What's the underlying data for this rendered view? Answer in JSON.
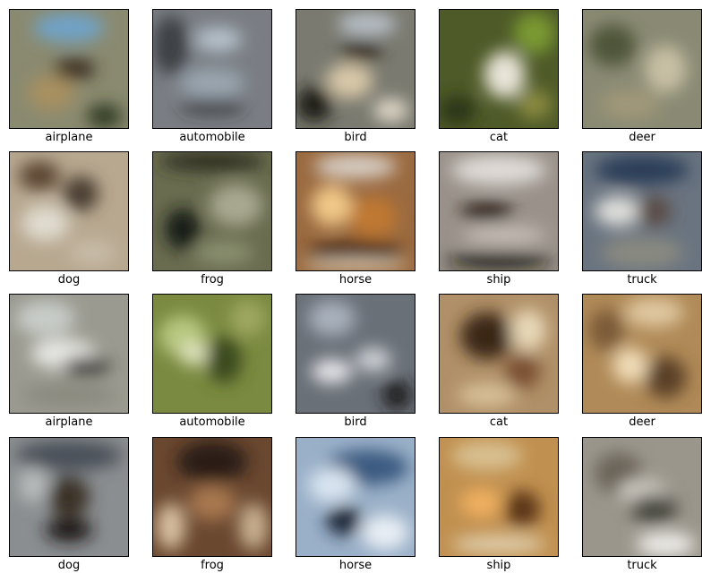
{
  "figure": {
    "images": [
      {
        "label": "airplane",
        "bg": "#8a8a70",
        "blobs": [
          [
            "#6fa3c8",
            0.5,
            0.15,
            0.6,
            0.25
          ],
          [
            "#3a2e22",
            0.55,
            0.5,
            0.35,
            0.18
          ],
          [
            "#a89060",
            0.35,
            0.7,
            0.4,
            0.3
          ],
          [
            "#2e3a22",
            0.8,
            0.9,
            0.3,
            0.2
          ]
        ]
      },
      {
        "label": "automobile",
        "bg": "#7a7e84",
        "blobs": [
          [
            "#3c4044",
            0.15,
            0.3,
            0.3,
            0.5
          ],
          [
            "#b8c4ce",
            0.55,
            0.25,
            0.4,
            0.2
          ],
          [
            "#9aa6b0",
            0.5,
            0.62,
            0.55,
            0.25
          ],
          [
            "#2a2a2a",
            0.5,
            0.82,
            0.55,
            0.1
          ]
        ]
      },
      {
        "label": "bird",
        "bg": "#7a7a70",
        "blobs": [
          [
            "#b8c0c8",
            0.6,
            0.12,
            0.5,
            0.2
          ],
          [
            "#3a3228",
            0.55,
            0.35,
            0.35,
            0.18
          ],
          [
            "#d8c8a8",
            0.45,
            0.6,
            0.4,
            0.3
          ],
          [
            "#1c1c18",
            0.15,
            0.8,
            0.3,
            0.3
          ],
          [
            "#e0d8c8",
            0.8,
            0.85,
            0.3,
            0.2
          ]
        ]
      },
      {
        "label": "cat",
        "bg": "#4e5a28",
        "blobs": [
          [
            "#7a9a30",
            0.8,
            0.2,
            0.35,
            0.35
          ],
          [
            "#e8e4d8",
            0.55,
            0.55,
            0.35,
            0.4
          ],
          [
            "#2a3414",
            0.15,
            0.85,
            0.3,
            0.25
          ],
          [
            "#8a8a40",
            0.8,
            0.8,
            0.3,
            0.25
          ]
        ]
      },
      {
        "label": "deer",
        "bg": "#8a8a74",
        "blobs": [
          [
            "#4e5438",
            0.25,
            0.3,
            0.4,
            0.35
          ],
          [
            "#c8c0a4",
            0.7,
            0.5,
            0.35,
            0.4
          ],
          [
            "#a09878",
            0.4,
            0.8,
            0.5,
            0.25
          ]
        ]
      },
      {
        "label": "dog",
        "bg": "#b8a890",
        "blobs": [
          [
            "#5a4430",
            0.25,
            0.2,
            0.35,
            0.25
          ],
          [
            "#4a3c30",
            0.6,
            0.35,
            0.3,
            0.3
          ],
          [
            "#e0dcd0",
            0.3,
            0.6,
            0.4,
            0.3
          ],
          [
            "#c8bca8",
            0.7,
            0.85,
            0.4,
            0.2
          ]
        ]
      },
      {
        "label": "frog",
        "bg": "#6a6c50",
        "blobs": [
          [
            "#2a2c1c",
            0.5,
            0.08,
            0.9,
            0.15
          ],
          [
            "#a8a890",
            0.7,
            0.45,
            0.45,
            0.35
          ],
          [
            "#181a14",
            0.25,
            0.65,
            0.3,
            0.35
          ],
          [
            "#8a9070",
            0.6,
            0.85,
            0.5,
            0.2
          ]
        ]
      },
      {
        "label": "horse",
        "bg": "#9a6a40",
        "blobs": [
          [
            "#d8d0c8",
            0.5,
            0.12,
            0.7,
            0.2
          ],
          [
            "#f0c888",
            0.3,
            0.45,
            0.35,
            0.35
          ],
          [
            "#c07830",
            0.65,
            0.55,
            0.4,
            0.35
          ],
          [
            "#4a2a18",
            0.5,
            0.85,
            0.8,
            0.2
          ],
          [
            "#e8d8c0",
            0.5,
            0.95,
            0.9,
            0.08
          ]
        ]
      },
      {
        "label": "ship",
        "bg": "#9a928a",
        "blobs": [
          [
            "#e0dcd8",
            0.5,
            0.15,
            0.8,
            0.25
          ],
          [
            "#2a1c18",
            0.4,
            0.5,
            0.45,
            0.15
          ],
          [
            "#c8c0b8",
            0.55,
            0.7,
            0.7,
            0.15
          ],
          [
            "#141210",
            0.5,
            0.92,
            0.9,
            0.12
          ]
        ]
      },
      {
        "label": "truck",
        "bg": "#6a7480",
        "blobs": [
          [
            "#2a3c58",
            0.5,
            0.15,
            0.8,
            0.25
          ],
          [
            "#e0e0dc",
            0.3,
            0.5,
            0.4,
            0.25
          ],
          [
            "#5a4c44",
            0.6,
            0.5,
            0.3,
            0.25
          ],
          [
            "#8a8a80",
            0.5,
            0.85,
            0.7,
            0.25
          ]
        ]
      },
      {
        "label": "airplane",
        "bg": "#9a9a90",
        "blobs": [
          [
            "#c8ccc8",
            0.3,
            0.2,
            0.5,
            0.3
          ],
          [
            "#e8e8e4",
            0.45,
            0.5,
            0.55,
            0.25
          ],
          [
            "#3a3430",
            0.65,
            0.6,
            0.4,
            0.15
          ],
          [
            "#8a8a80",
            0.5,
            0.85,
            0.8,
            0.2
          ]
        ]
      },
      {
        "label": "automobile",
        "bg": "#7a8a40",
        "blobs": [
          [
            "#b8c880",
            0.25,
            0.35,
            0.4,
            0.35
          ],
          [
            "#e0e4c0",
            0.35,
            0.5,
            0.25,
            0.2
          ],
          [
            "#3a4a1c",
            0.6,
            0.55,
            0.3,
            0.4
          ],
          [
            "#a0a860",
            0.8,
            0.2,
            0.3,
            0.3
          ]
        ]
      },
      {
        "label": "bird",
        "bg": "#6a7078",
        "blobs": [
          [
            "#a8b0bc",
            0.3,
            0.2,
            0.4,
            0.3
          ],
          [
            "#e8e8ec",
            0.3,
            0.65,
            0.35,
            0.2
          ],
          [
            "#d0d4d8",
            0.65,
            0.55,
            0.3,
            0.2
          ],
          [
            "#1c1c1c",
            0.85,
            0.85,
            0.25,
            0.25
          ]
        ]
      },
      {
        "label": "cat",
        "bg": "#b09068",
        "blobs": [
          [
            "#3a2818",
            0.4,
            0.35,
            0.45,
            0.4
          ],
          [
            "#e8d8b8",
            0.75,
            0.3,
            0.3,
            0.35
          ],
          [
            "#7a5030",
            0.7,
            0.65,
            0.3,
            0.3
          ],
          [
            "#d8c098",
            0.4,
            0.85,
            0.5,
            0.2
          ]
        ]
      },
      {
        "label": "deer",
        "bg": "#b08a58",
        "blobs": [
          [
            "#e0c8a0",
            0.6,
            0.15,
            0.5,
            0.25
          ],
          [
            "#5a4028",
            0.7,
            0.7,
            0.35,
            0.35
          ],
          [
            "#f0dcb8",
            0.4,
            0.6,
            0.3,
            0.3
          ],
          [
            "#7a5a38",
            0.2,
            0.3,
            0.3,
            0.35
          ]
        ]
      },
      {
        "label": "dog",
        "bg": "#8a8e90",
        "blobs": [
          [
            "#4a5058",
            0.5,
            0.15,
            0.9,
            0.25
          ],
          [
            "#3a3028",
            0.5,
            0.5,
            0.35,
            0.35
          ],
          [
            "#1c1814",
            0.5,
            0.78,
            0.4,
            0.2
          ],
          [
            "#b8bcbc",
            0.2,
            0.4,
            0.25,
            0.3
          ]
        ]
      },
      {
        "label": "frog",
        "bg": "#6a4830",
        "blobs": [
          [
            "#2a1c14",
            0.5,
            0.2,
            0.6,
            0.35
          ],
          [
            "#a87850",
            0.5,
            0.55,
            0.4,
            0.3
          ],
          [
            "#d8c0a0",
            0.15,
            0.75,
            0.25,
            0.4
          ],
          [
            "#c8b090",
            0.85,
            0.75,
            0.25,
            0.4
          ]
        ]
      },
      {
        "label": "horse",
        "bg": "#9ab0c8",
        "blobs": [
          [
            "#3a5a80",
            0.6,
            0.25,
            0.7,
            0.3
          ],
          [
            "#d8e4f0",
            0.3,
            0.4,
            0.4,
            0.3
          ],
          [
            "#1c2838",
            0.4,
            0.7,
            0.3,
            0.25
          ],
          [
            "#e8eef4",
            0.75,
            0.8,
            0.4,
            0.3
          ]
        ]
      },
      {
        "label": "ship",
        "bg": "#c09050",
        "blobs": [
          [
            "#d8c090",
            0.4,
            0.15,
            0.6,
            0.25
          ],
          [
            "#f0b060",
            0.35,
            0.55,
            0.35,
            0.25
          ],
          [
            "#5a3418",
            0.7,
            0.6,
            0.3,
            0.3
          ],
          [
            "#e0d0b0",
            0.5,
            0.9,
            0.8,
            0.15
          ]
        ]
      },
      {
        "label": "truck",
        "bg": "#9a968c",
        "blobs": [
          [
            "#6a6458",
            0.3,
            0.3,
            0.4,
            0.35
          ],
          [
            "#d0ccc4",
            0.5,
            0.45,
            0.4,
            0.2
          ],
          [
            "#4a4840",
            0.6,
            0.6,
            0.4,
            0.25
          ],
          [
            "#f0eeea",
            0.7,
            0.9,
            0.5,
            0.2
          ]
        ]
      }
    ]
  }
}
